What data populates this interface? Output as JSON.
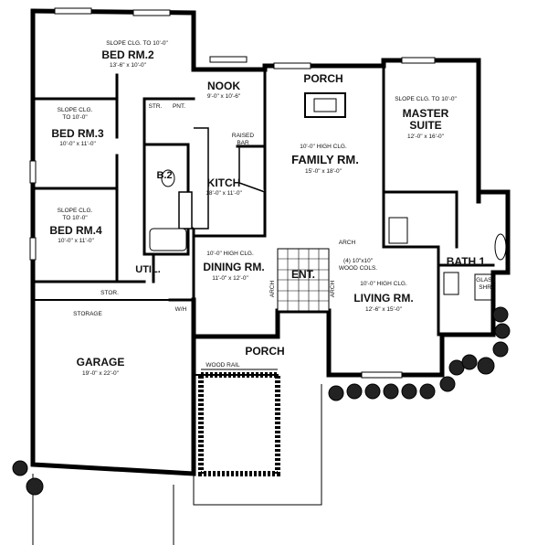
{
  "plan": {
    "bed2": {
      "name": "BED RM.2",
      "note": "SLOPE CLG. TO 10'-0\"",
      "dims": "13'-6\" x 10'-0\""
    },
    "bed3": {
      "name": "BED RM.3",
      "note1": "SLOPE CLG.",
      "note2": "TO 10'-0\"",
      "dims": "10'-0\" x 11'-0\""
    },
    "bed4": {
      "name": "BED RM.4",
      "note1": "SLOPE CLG.",
      "note2": "TO 10'-0\"",
      "dims": "10'-0\" x 11'-0\""
    },
    "str": "STR.",
    "pnt": "PNT.",
    "b2": "B.2",
    "util": "UTIL.",
    "stor": "STOR.",
    "wh": "W/H",
    "storage": "STORAGE",
    "garage": {
      "name": "GARAGE",
      "dims": "19'-0\" x 22'-0\""
    },
    "nook": {
      "name": "NOOK",
      "dims": "9'-0\" x 10'-6\""
    },
    "raised_bar": {
      "line1": "RAISED",
      "line2": "BAR"
    },
    "kitchen": {
      "name": "KITCH",
      "dims": "18'-0\" x 11'-0\""
    },
    "porch_top": "PORCH",
    "family": {
      "note": "10'-0\" HIGH CLG.",
      "name": "FAMILY RM.",
      "dims": "15'-0\" x 18'-0\""
    },
    "master": {
      "name1": "MASTER",
      "name2": "SUITE",
      "note": "SLOPE CLG. TO 10'-0\"",
      "dims": "12'-0\" x 16'-0\""
    },
    "bath1": "BATH 1",
    "glass_shr": {
      "line1": "GLASS",
      "line2": "SHR."
    },
    "dining": {
      "note": "10'-0\" HIGH CLG.",
      "name": "DINING RM.",
      "dims": "11'-0\" x 12'-0\""
    },
    "ent": "ENT.",
    "arch": "ARCH",
    "cols": {
      "line1": "(4) 10\"x10\"",
      "line2": "WOOD COLS."
    },
    "living": {
      "note": "10'-0\" HIGH CLG.",
      "name": "LIVING RM.",
      "dims": "12'-6\" x 15'-0\""
    },
    "porch_bottom": "PORCH",
    "wood_rail": "WOOD RAIL"
  }
}
